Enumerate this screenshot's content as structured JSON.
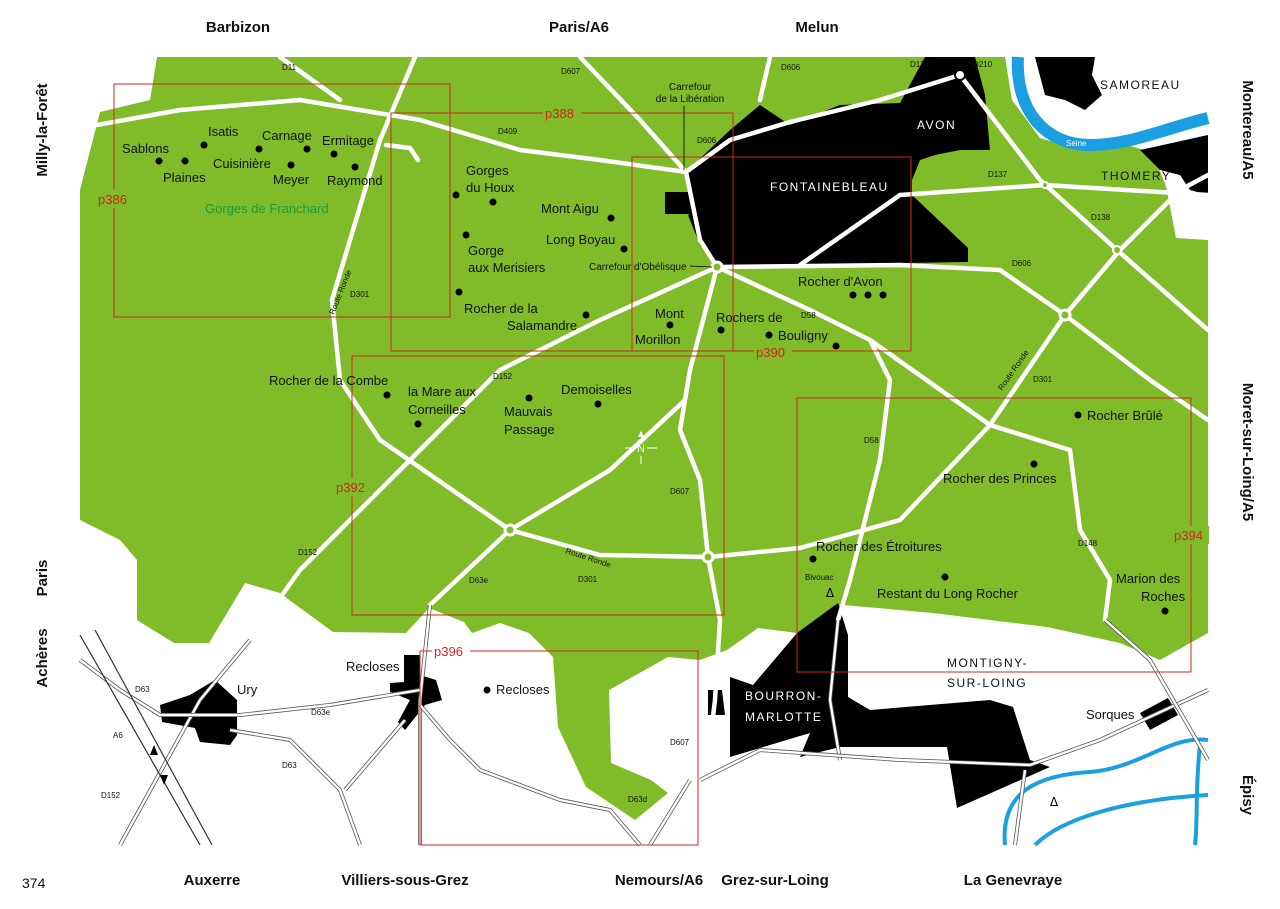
{
  "page_number": "374",
  "edges": {
    "top": [
      "Barbizon",
      "Paris/A6",
      "Melun"
    ],
    "bottom": [
      "Auxerre",
      "Villiers-sous-Grez",
      "Nemours/A6",
      "Grez-sur-Loing",
      "La Genevraye"
    ],
    "left": [
      "Milly-la-Forêt",
      "Paris",
      "Achères"
    ],
    "right": [
      "Montereau/A5",
      "Moret-sur-Loing/A5",
      "Épisy"
    ]
  },
  "towns": {
    "fontainebleau": "FONTAINEBLEAU",
    "avon": "AVON",
    "samoreau": "SAMOREAU",
    "thomery": "THOMERY",
    "bourron_1": "BOURRON-",
    "bourron_2": "MARLOTTE",
    "montigny_1": "MONTIGNY-",
    "montigny_2": "SUR-LOING",
    "ury": "Ury",
    "recloses_village": "Recloses",
    "sorques": "Sorques"
  },
  "sites": {
    "sablons": "Sablons",
    "plaines": "Plaines",
    "isatis": "Isatis",
    "cuisiniere": "Cuisinière",
    "carnage": "Carnage",
    "meyer": "Meyer",
    "ermitage": "Ermitage",
    "raymond": "Raymond",
    "franchard": "Gorges de Franchard",
    "houx_1": "Gorges",
    "houx_2": "du Houx",
    "mont_aigu": "Mont Aigu",
    "long_boyau": "Long Boyau",
    "merisiers_1": "Gorge",
    "merisiers_2": "aux Merisiers",
    "salamandre_1": "Rocher de la",
    "salamandre_2": "Salamandre",
    "morillon_1": "Mont",
    "morillon_2": "Morillon",
    "bouligny_1": "Rochers de",
    "bouligny_2": "Bouligny",
    "rocher_avon": "Rocher d'Avon",
    "combe": "Rocher de la Combe",
    "mare_1": "la Mare aux",
    "mare_2": "Corneilles",
    "mauvais_1": "Mauvais",
    "mauvais_2": "Passage",
    "demoiselles": "Demoiselles",
    "rocher_brule": "Rocher Brûlé",
    "princes": "Rocher des Princes",
    "etroitures": "Rocher des Étroitures",
    "long_rocher": "Restant du Long Rocher",
    "marion_1": "Marion des",
    "marion_2": "Roches",
    "recloses_site": "Recloses"
  },
  "landmarks": {
    "liberation_1": "Carrefour",
    "liberation_2": "de la Libération",
    "obelisque": "Carrefour d'Obélisque",
    "seine": "Seine",
    "bivouac": "Bivouac",
    "north": "N"
  },
  "roads": {
    "d11": "D11",
    "d607a": "D607",
    "d606a": "D606",
    "d137a": "D137",
    "d210": "D210",
    "d409": "D409",
    "d606b": "D606",
    "d137b": "D137",
    "d138": "D138",
    "d606c": "D606",
    "d301a": "D301",
    "route_ronde_a": "Route Ronde",
    "d58a": "D58",
    "d152a": "D152",
    "route_ronde_b": "Route Ronde",
    "d301b": "D301",
    "d58b": "D58",
    "d607b": "D607",
    "d152b": "D152",
    "d63e_a": "D63e",
    "d301c": "D301",
    "route_ronde_c": "Route Ronde",
    "d148": "D148",
    "d63a": "D63",
    "a6": "A6",
    "d63e_b": "D63e",
    "d63b": "D63",
    "d152c": "D152",
    "d607c": "D607",
    "d63d": "D63d"
  },
  "page_refs": [
    "p386",
    "p388",
    "p390",
    "p392",
    "p394",
    "p396"
  ],
  "colors": {
    "forest": "#80bc2a",
    "town": "#000000",
    "water": "#1aa0e0",
    "page_ref": "#d4251f",
    "gorges_label": "#1f9a3a"
  }
}
